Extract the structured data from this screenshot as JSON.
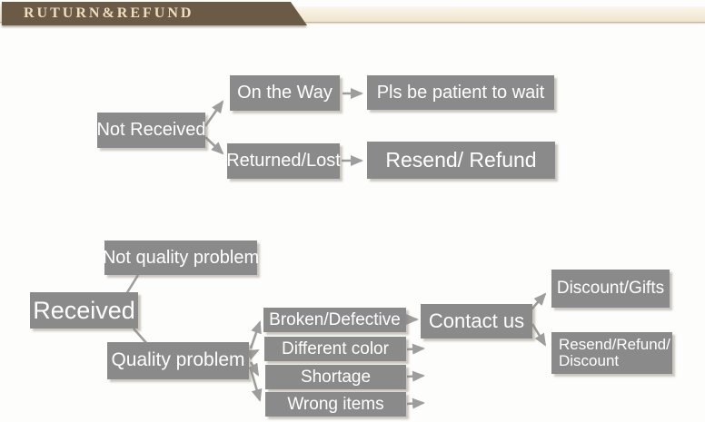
{
  "header": {
    "title": "RUTURN&REFUND"
  },
  "colors": {
    "banner_brown": "#6b5a45",
    "banner_text": "#ecdfc0",
    "node_gray": "#8a8a8a",
    "node_text": "#ffffff",
    "arrow_gray": "#9d9d9d"
  },
  "nodes": {
    "not_received": "Not Received",
    "on_the_way": "On the Way",
    "pls_wait": "Pls be patient to wait",
    "returned_lost": "Returned/Lost",
    "resend_refund": "Resend/ Refund",
    "not_quality_problem": "Not quality problem",
    "received": "Received",
    "quality_problem": "Quality problem",
    "broken_defective": "Broken/Defective",
    "different_color": "Different color",
    "shortage": "Shortage",
    "wrong_items": "Wrong items",
    "contact_us": "Contact us",
    "discount_gifts": "Discount/Gifts",
    "resend_refund_discount": {
      "line1": "Resend/Refund/",
      "line2": "Discount"
    }
  }
}
